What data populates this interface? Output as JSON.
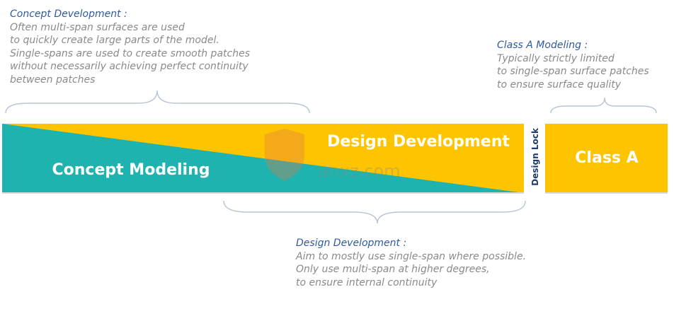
{
  "notes": {
    "concept": {
      "title": "Concept Development :",
      "lines": [
        "Often multi-span surfaces are used",
        "to quickly create large parts of the model.",
        "Single-spans are used to create smooth patches",
        "without necessarily achieving perfect continuity",
        "between patches"
      ]
    },
    "classa": {
      "title": "Class A Modeling :",
      "lines": [
        "Typically strictly limited",
        "to single-span surface patches",
        "to ensure surface quality"
      ]
    },
    "design": {
      "title": "Design Development :",
      "lines": [
        "Aim to mostly use single-span where possible.",
        "Only use multi-span at higher degrees,",
        "to ensure internal continuity"
      ]
    }
  },
  "bars": {
    "concept_label": "Concept Modeling",
    "design_label": "Design Development",
    "lock_label": "Design Lock",
    "classa_label": "Class A"
  },
  "watermark": {
    "text": "anxz.com"
  },
  "colors": {
    "teal": "#1fb3b0",
    "yellow": "#ffc400",
    "note_title": "#2e5aa0",
    "note_text": "#8a8a8a",
    "lock_text": "#1f3b73"
  }
}
